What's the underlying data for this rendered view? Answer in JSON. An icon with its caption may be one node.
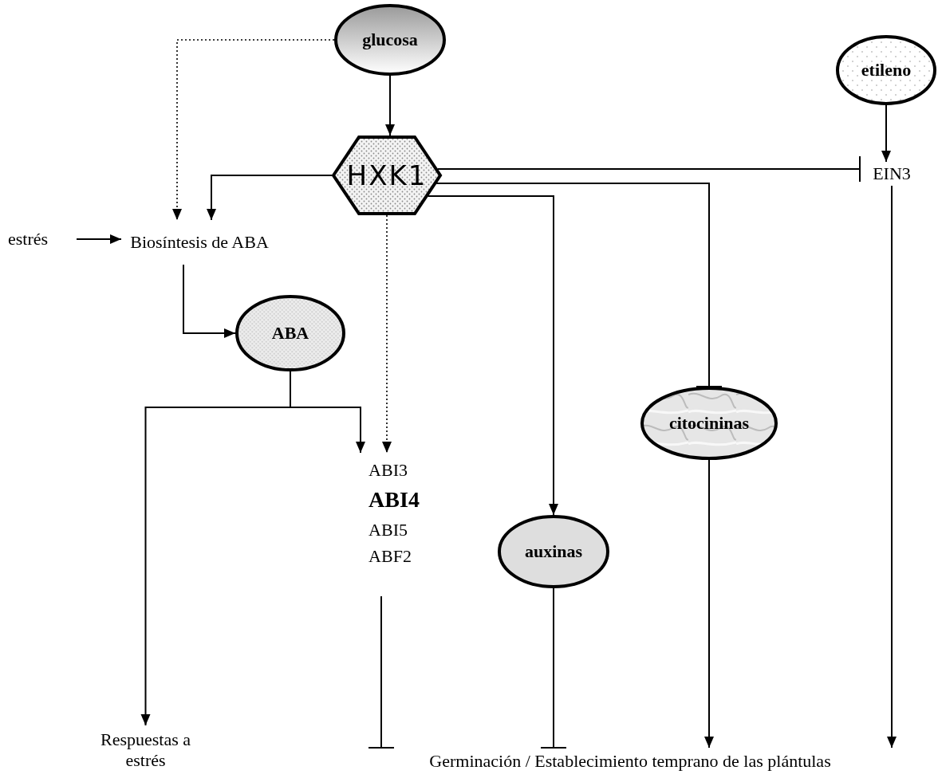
{
  "diagram": {
    "nodes": [
      {
        "text": [
          "glucosa"
        ]
      },
      {
        "text": [
          "etileno"
        ]
      },
      {
        "text": [
          "HXK1"
        ]
      },
      {
        "text": [
          "EIN3"
        ]
      },
      {
        "text": [
          "estrés"
        ]
      },
      {
        "text": [
          "Biosíntesis de ABA"
        ]
      },
      {
        "text": [
          "ABA"
        ]
      },
      {
        "text": [
          "citocininas"
        ]
      },
      {
        "text": [
          "ABI3 **ABI4** ABI5 ABF2"
        ]
      },
      {
        "text": [
          "auxinas"
        ]
      },
      {
        "text": [
          "Respuestas a estrés"
        ]
      },
      {
        "text": [
          "Germinación / Establecimiento temprano de las plántulas"
        ]
      }
    ],
    "edges": [
      {
        "from": 0,
        "to": 2,
        "arrow": "to"
      },
      {
        "from": 0,
        "to": 5,
        "arrow": "to",
        "style": "dashed"
      },
      {
        "from": 2,
        "to": 5,
        "arrow": "to"
      },
      {
        "from": 4,
        "to": 5,
        "arrow": "to"
      },
      {
        "from": 5,
        "to": 6,
        "arrow": "to"
      },
      {
        "from": 1,
        "to": 3,
        "arrow": "to"
      },
      {
        "from": 2,
        "to": 3,
        "arrow": "other"
      },
      {
        "from": 2,
        "to": 7,
        "arrow": "other"
      },
      {
        "from": 2,
        "to": 9,
        "arrow": "to"
      },
      {
        "from": 2,
        "to": 8,
        "arrow": "to",
        "style": "dashed"
      },
      {
        "from": 6,
        "to": 10,
        "arrow": "to"
      },
      {
        "from": 6,
        "to": 8,
        "arrow": "to"
      },
      {
        "from": 8,
        "to": 11,
        "arrow": "other"
      },
      {
        "from": 9,
        "to": 11,
        "arrow": "other"
      },
      {
        "from": 7,
        "to": 11,
        "arrow": "to"
      },
      {
        "from": 3,
        "to": 11,
        "arrow": "to"
      }
    ]
  }
}
